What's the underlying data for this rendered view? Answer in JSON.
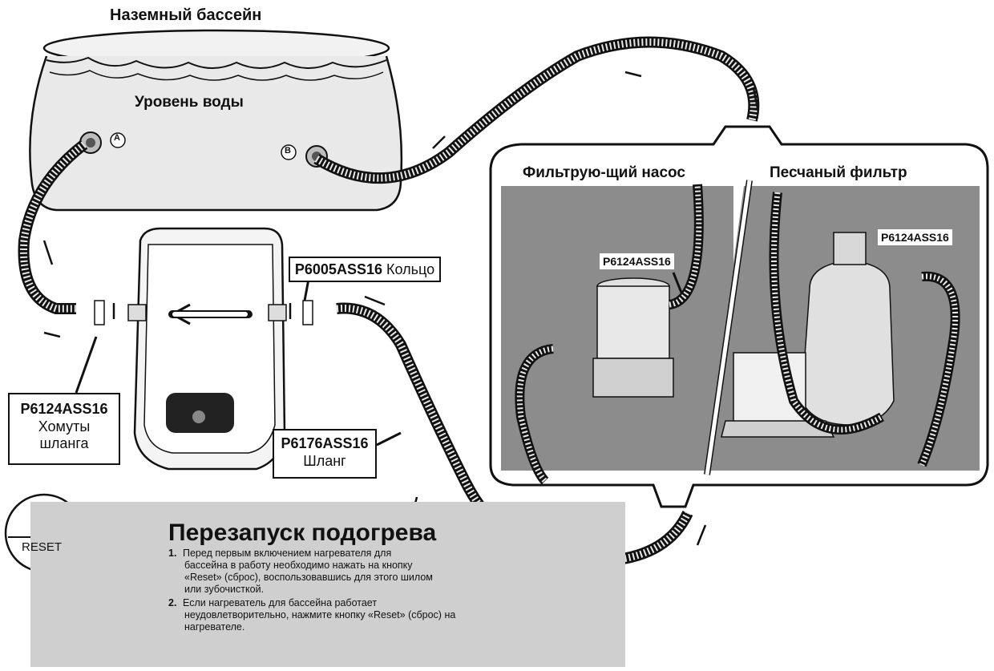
{
  "pool": {
    "title": "Наземный бассейн",
    "water_level": "Уровень воды",
    "port_a": "A",
    "port_b": "B"
  },
  "callouts": {
    "ring": {
      "code": "P6005ASS16",
      "text": "Кольцо"
    },
    "clamps": {
      "code": "P6124ASS16",
      "line1": "Хомуты",
      "line2": "шланга"
    },
    "hose": {
      "code": "P6176ASS16",
      "text": "Шланг"
    }
  },
  "filter_panel": {
    "pump_title": "Фильтрую-щий насос",
    "sand_title": "Песчаный фильтр",
    "pump_part": "P6124ASS16",
    "sand_part": "P6124ASS16"
  },
  "reset_section": {
    "button_label": "RESET",
    "title": "Перезапуск подогрева",
    "items": [
      {
        "num": "1.",
        "lines": [
          "Перед первым включением нагревателя для",
          "бассейна в работу необходимо нажать на кнопку",
          "«Reset» (сброс), воспользовавшись для этого шилом",
          "или зубочисткой."
        ]
      },
      {
        "num": "2.",
        "lines": [
          "Если нагреватель для бассейна работает",
          "неудовлетворительно, нажмите кнопку «Reset» (сброс) на",
          "нагревателе."
        ]
      }
    ]
  }
}
